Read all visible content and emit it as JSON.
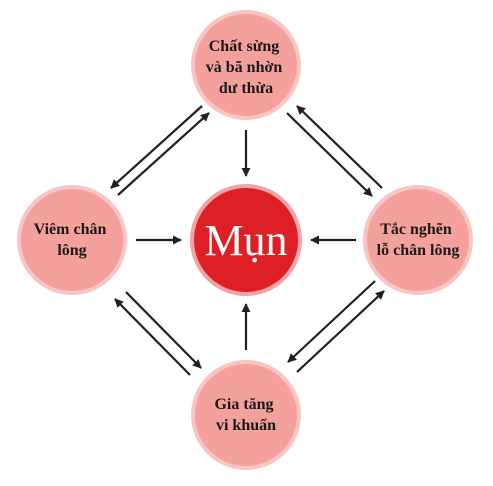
{
  "colors": {
    "outer_fill": "#f4a09c",
    "outer_stroke": "#f7c6c2",
    "center_fill": "#df1f26",
    "center_stroke": "#f2a3a3",
    "arrow": "#231f20"
  },
  "nodes": {
    "top": {
      "lines": [
        "Chất sừng",
        "và bã nhờn",
        "dư thừa"
      ]
    },
    "left": {
      "lines": [
        "Viêm chân",
        "lông"
      ]
    },
    "right": {
      "lines": [
        "Tắc nghẽn",
        "lỗ chân lông"
      ]
    },
    "bottom": {
      "lines": [
        "Gia tăng",
        "vi khuẩn"
      ]
    },
    "center": {
      "label": "Mụn"
    }
  }
}
